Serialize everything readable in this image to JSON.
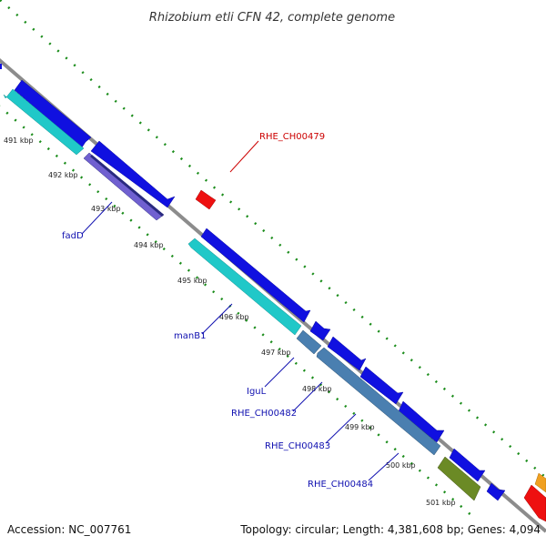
{
  "title": "Rhizobium etli CFN 42, complete genome",
  "footer": {
    "accession": "Accession: NC_007761",
    "summary": "Topology: circular; Length: 4,381,608 bp; Genes: 4,094"
  },
  "ticks": [
    "491 kbp",
    "492 kbp",
    "493 kbp",
    "494 kbp",
    "495 kbp",
    "496 kbp",
    "497 kbp",
    "498 kbp",
    "499 kbp",
    "500 kbp",
    "501 kbp"
  ],
  "gene_labels": {
    "rhe_ch00479": "RHE_CH00479",
    "fadd": "fadD",
    "manb1": "manB1",
    "igul": "IguL",
    "rhe_ch00482": "RHE_CH00482",
    "rhe_ch00483": "RHE_CH00483",
    "rhe_ch00484": "RHE_CH00484"
  },
  "colors": {
    "backbone": "#8c8c8c",
    "dotted_tracks": "#1a8c1a",
    "blue_gene": "#1010e0",
    "cyan_gene": "#20c8c8",
    "purple_gene": "#7060d0",
    "steel_gene": "#4a7fb0",
    "olive_gene": "#6b8a25",
    "red_gene": "#ee1010",
    "orange_gene": "#f0a020",
    "label_blue": "#1010b0",
    "label_red": "#cc0000"
  }
}
